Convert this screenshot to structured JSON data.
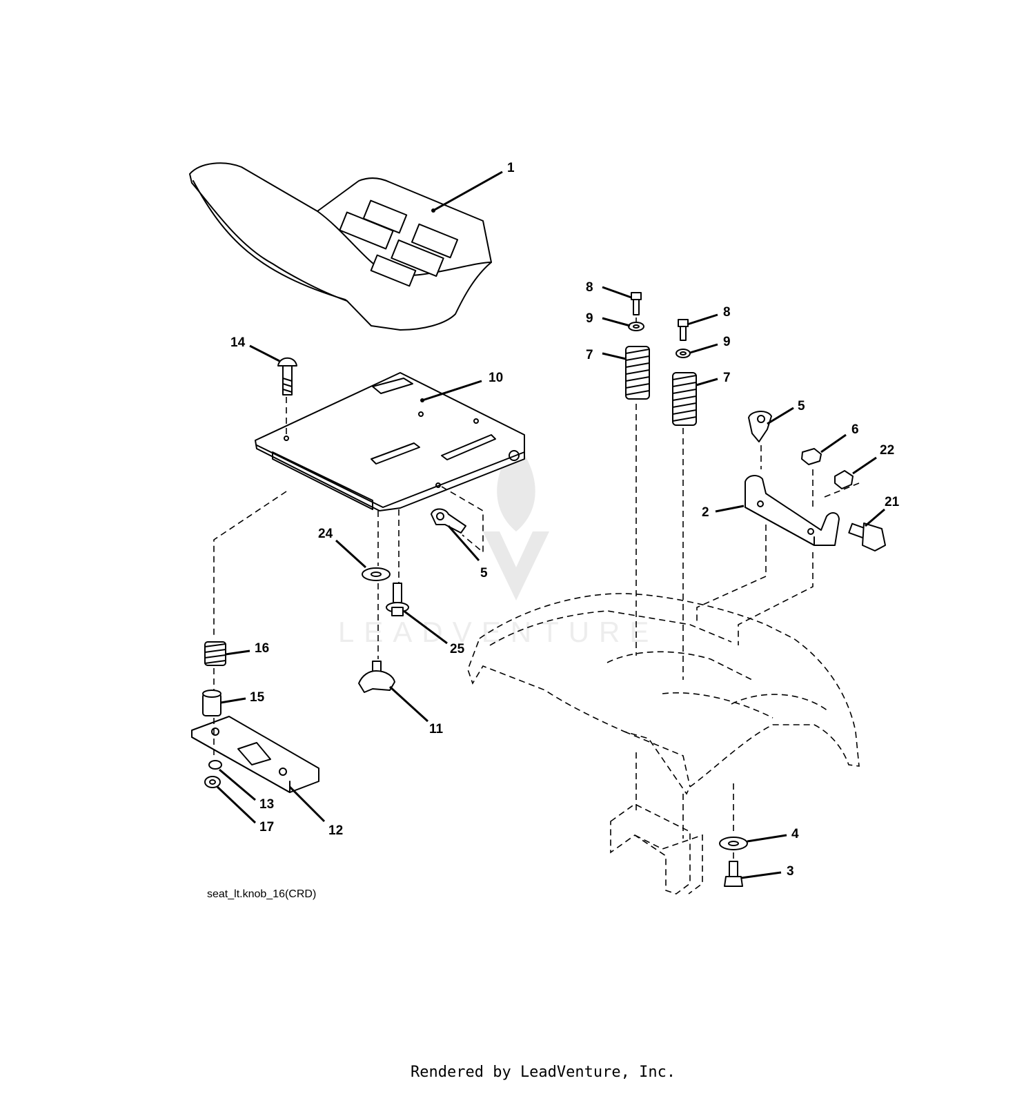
{
  "diagram": {
    "caption": "seat_lt.knob_16(CRD)",
    "footer": "Rendered by LeadVenture, Inc.",
    "watermark": "LEADVENTURE",
    "callouts": [
      {
        "id": "c1",
        "label": "1"
      },
      {
        "id": "c14",
        "label": "14"
      },
      {
        "id": "c10",
        "label": "10"
      },
      {
        "id": "c8a",
        "label": "8"
      },
      {
        "id": "c9a",
        "label": "9"
      },
      {
        "id": "c7a",
        "label": "7"
      },
      {
        "id": "c8b",
        "label": "8"
      },
      {
        "id": "c9b",
        "label": "9"
      },
      {
        "id": "c7b",
        "label": "7"
      },
      {
        "id": "c5a",
        "label": "5"
      },
      {
        "id": "c6",
        "label": "6"
      },
      {
        "id": "c22",
        "label": "22"
      },
      {
        "id": "c2",
        "label": "2"
      },
      {
        "id": "c21",
        "label": "21"
      },
      {
        "id": "c24",
        "label": "24"
      },
      {
        "id": "c5b",
        "label": "5"
      },
      {
        "id": "c25",
        "label": "25"
      },
      {
        "id": "c16",
        "label": "16"
      },
      {
        "id": "c15",
        "label": "15"
      },
      {
        "id": "c11",
        "label": "11"
      },
      {
        "id": "c13",
        "label": "13"
      },
      {
        "id": "c17",
        "label": "17"
      },
      {
        "id": "c12",
        "label": "12"
      },
      {
        "id": "c4",
        "label": "4"
      },
      {
        "id": "c3",
        "label": "3"
      }
    ]
  }
}
